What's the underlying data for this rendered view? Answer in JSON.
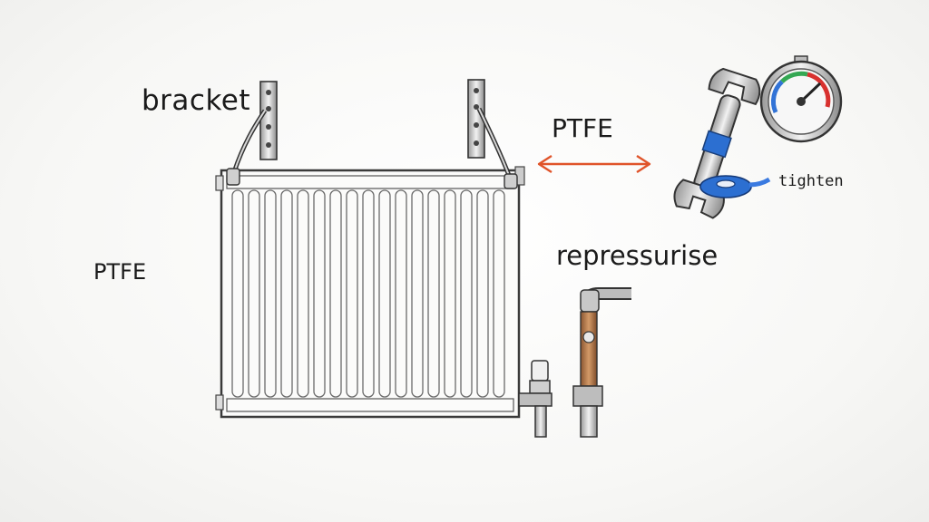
{
  "labels": {
    "bracket": "bracket",
    "ptfe_top": "PTFE",
    "ptfe_left": "PTFE",
    "repressurise": "repressurise",
    "tighten": "tighten"
  },
  "icons": {
    "wrench": "wrench-icon",
    "gauge": "pressure-gauge-icon",
    "tape": "ptfe-tape-roll-icon",
    "arrow": "double-arrow-icon"
  },
  "colors": {
    "arrow": "#e0542a",
    "tape": "#2c6fd1",
    "gauge_red": "#d8312f",
    "gauge_green": "#34a853",
    "gauge_blue": "#3273d6",
    "sketch": "#3a3a3a",
    "copper": "#b57a47"
  }
}
